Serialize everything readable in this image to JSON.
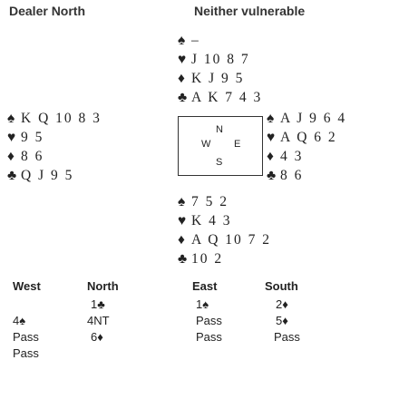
{
  "header": {
    "dealer": "Dealer North",
    "vulnerability": "Neither vulnerable"
  },
  "suits": {
    "spade": "♠",
    "heart": "♥",
    "diamond": "♦",
    "club": "♣"
  },
  "hands": {
    "north": {
      "spades": "–",
      "hearts": "J 10 8 7",
      "diamonds": "K J 9 5",
      "clubs": "A K 7 4 3"
    },
    "west": {
      "spades": "K Q 10 8 3",
      "hearts": "9 5",
      "diamonds": "8 6",
      "clubs": "Q J 9 5"
    },
    "east": {
      "spades": "A J 9 6 4",
      "hearts": "A Q 6 2",
      "diamonds": "4 3",
      "clubs": "8 6"
    },
    "south": {
      "spades": "7 5 2",
      "hearts": "K 4 3",
      "diamonds": "A Q 10 7 2",
      "clubs": "10 2"
    }
  },
  "compass": {
    "n": "N",
    "w": "W",
    "e": "E",
    "s": "S"
  },
  "auction": {
    "headers": [
      "West",
      "North",
      "East",
      "South"
    ],
    "rows": [
      [
        "",
        "1♣",
        "1♠",
        "2♦"
      ],
      [
        "4♠",
        "4NT",
        "Pass",
        "5♦"
      ],
      [
        "Pass",
        "6♦",
        "Pass",
        "Pass"
      ],
      [
        "Pass",
        "",
        "",
        ""
      ]
    ]
  }
}
